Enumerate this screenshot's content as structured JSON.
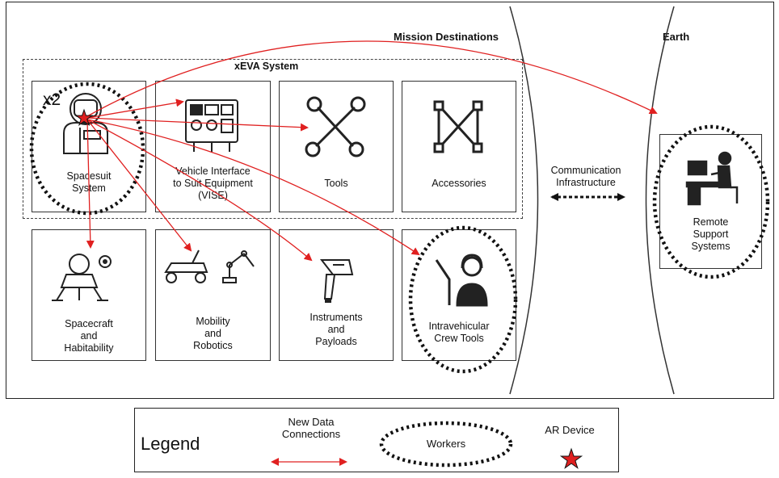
{
  "sections": {
    "mission_destinations": "Mission Destinations",
    "earth": "Earth",
    "xeva_system": "xEVA System",
    "communication": [
      "Communication",
      "Infrastructure"
    ]
  },
  "nodes": {
    "spacesuit": {
      "lines": [
        "Spacesuit",
        "System"
      ],
      "multiplier": "x2"
    },
    "vise": {
      "lines": [
        "Vehicle Interface",
        "to Suit Equipment",
        "(VISE)"
      ]
    },
    "tools": {
      "lines": [
        "Tools"
      ]
    },
    "accessories": {
      "lines": [
        "Accessories"
      ]
    },
    "spacecraft": {
      "lines": [
        "Spacecraft",
        "and",
        "Habitability"
      ]
    },
    "mobility": {
      "lines": [
        "Mobility",
        "and",
        "Robotics"
      ]
    },
    "instruments": {
      "lines": [
        "Instruments",
        "and",
        "Payloads"
      ]
    },
    "ivct": {
      "lines": [
        "Intravehicular",
        "Crew Tools"
      ]
    },
    "remote": {
      "lines": [
        "Remote",
        "Support",
        "Systems"
      ]
    }
  },
  "connections": [
    {
      "from": "spacesuit",
      "to": "remote"
    },
    {
      "from": "spacesuit",
      "to": "vise"
    },
    {
      "from": "spacesuit",
      "to": "tools"
    },
    {
      "from": "spacesuit",
      "to": "spacecraft"
    },
    {
      "from": "spacesuit",
      "to": "mobility"
    },
    {
      "from": "spacesuit",
      "to": "instruments"
    },
    {
      "from": "spacesuit",
      "to": "ivct"
    }
  ],
  "workers": [
    "spacesuit",
    "ivct",
    "remote"
  ],
  "ar_devices": [
    "spacesuit"
  ],
  "legend": {
    "title": "Legend",
    "new_data": [
      "New Data",
      "Connections"
    ],
    "workers": "Workers",
    "ar_device": "AR Device"
  },
  "colors": {
    "connection": "#e02020",
    "ar_star": "#e02020",
    "outline": "#222222"
  },
  "icons": {
    "spacesuit": "astronaut-icon",
    "vise": "control-panel-icon",
    "tools": "wrench-icon",
    "accessories": "truss-icon",
    "spacecraft": "lander-icon",
    "mobility": "rover-robot-icon",
    "instruments": "handheld-instrument-icon",
    "ivct": "crew-headset-icon",
    "remote": "operator-desk-icon"
  }
}
